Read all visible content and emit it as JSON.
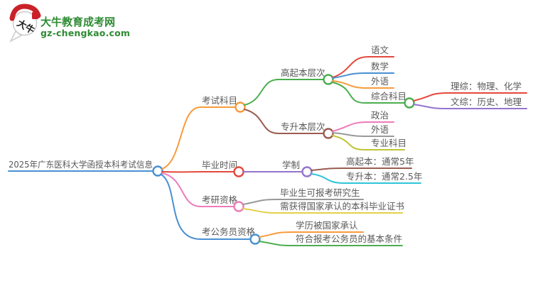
{
  "logo": {
    "bubble_text": "大牛",
    "title": "大牛教育成考网",
    "domain": "gz-chengkao.com",
    "brand_color": "#2e8b33",
    "seal_color": "#ca2128"
  },
  "text_color": "#595959",
  "mindmap": {
    "root": {
      "label": "2025年广东医科大学函授本科考试信息",
      "color": "#4a90d2"
    },
    "branches": [
      {
        "label": "考试科目",
        "color": "#f79b3c",
        "children": [
          {
            "label": "高起本层次",
            "color": "#4bae4f",
            "children": [
              {
                "label": "语文",
                "color": "#e4483c"
              },
              {
                "label": "数学",
                "color": "#4a90d2"
              },
              {
                "label": "外语",
                "color": "#f79b3c"
              },
              {
                "label": "综合科目",
                "color": "#4bae4f",
                "children": [
                  {
                    "label": "理综：物理、化学",
                    "color": "#e4483c"
                  },
                  {
                    "label": "文综：历史、地理",
                    "color": "#9574cd"
                  }
                ]
              }
            ]
          },
          {
            "label": "专升本层次",
            "color": "#9b5b50",
            "children": [
              {
                "label": "政治",
                "color": "#ee7bba"
              },
              {
                "label": "外语",
                "color": "#999999"
              },
              {
                "label": "专业科目",
                "color": "#bfc437"
              }
            ]
          }
        ]
      },
      {
        "label": "毕业时间",
        "color": "#e4483c",
        "children": [
          {
            "label": "学制",
            "color": "#9574cd",
            "children": [
              {
                "label": "高起本：通常5年",
                "color": "#9b5b50"
              },
              {
                "label": "专升本：通常2.5年",
                "color": "#2fc5d8"
              }
            ]
          }
        ]
      },
      {
        "label": "考研资格",
        "color": "#ee7bba",
        "children": [
          {
            "label": "毕业生可报考研究生",
            "color": "#999999"
          },
          {
            "label": "需获得国家承认的本科毕业证书",
            "color": "#e2d04a"
          }
        ]
      },
      {
        "label": "考公务员资格",
        "color": "#4a90d2",
        "children": [
          {
            "label": "学历被国家承认",
            "color": "#f79b3c"
          },
          {
            "label": "符合报考公务员的基本条件",
            "color": "#4bae4f"
          }
        ]
      }
    ]
  }
}
